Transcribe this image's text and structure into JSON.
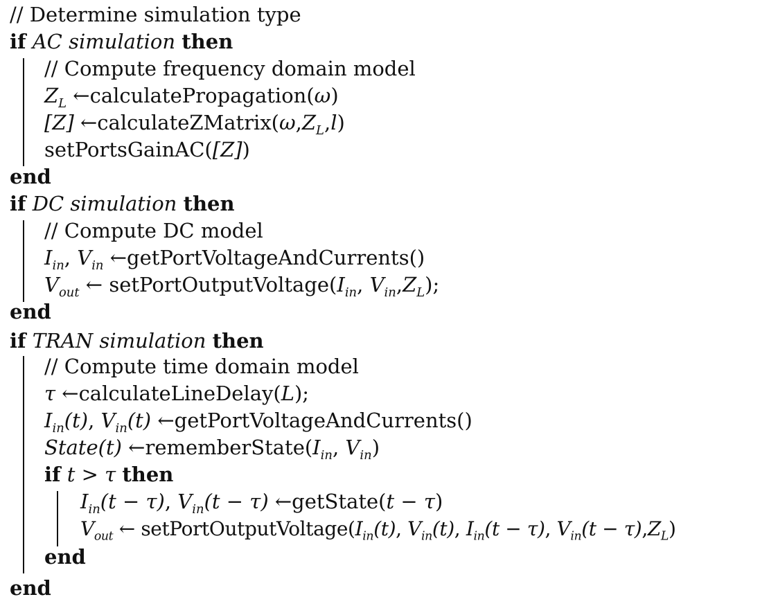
{
  "algorithm": {
    "comment_main": "// Determine simulation type",
    "kw_if": "if",
    "kw_then": "then",
    "kw_end": "end",
    "ac": {
      "condition": "AC simulation",
      "comment": "// Compute frequency domain model",
      "line1": {
        "lhs": "Z",
        "lhs_sub": "L",
        "arrow": " ←",
        "call": "calculatePropagation(",
        "arg": "ω",
        "close": ")"
      },
      "line2": {
        "lhs": "[Z] ←",
        "call": "calculateZMatrix(",
        "arg1": "ω",
        "comma1": ",",
        "arg2": "Z",
        "arg2_sub": "L",
        "comma2": ",",
        "arg3": "l",
        "close": ")"
      },
      "line3": {
        "call": "setPortsGainAC(",
        "arg": "[Z]",
        "close": ")"
      }
    },
    "dc": {
      "condition": "DC simulation",
      "comment": "// Compute DC model",
      "line1": {
        "v1": "I",
        "v1_sub": "in",
        "sep": ", ",
        "v2": "V",
        "v2_sub": "in",
        "arrow": " ←",
        "call": "getPortVoltageAndCurrents()"
      },
      "line2": {
        "lhs": "V",
        "lhs_sub": "out",
        "arrow": " ← ",
        "call": "setPortOutputVoltage(",
        "a1": "I",
        "a1_sub": "in",
        "s1": ", ",
        "a2": "V",
        "a2_sub": "in",
        "s2": ",",
        "a3": "Z",
        "a3_sub": "L",
        "close": ");"
      }
    },
    "tran": {
      "condition": "TRAN simulation",
      "comment": "// Compute time domain model",
      "line1": {
        "lhs": "τ ←",
        "call": "calculateLineDelay(",
        "arg": "L",
        "close": ");"
      },
      "line2": {
        "v1": "I",
        "v1_sub": "in",
        "t1": "(t)",
        "sep": ", ",
        "v2": "V",
        "v2_sub": "in",
        "t2": "(t)",
        "arrow": " ←",
        "call": "getPortVoltageAndCurrents()"
      },
      "line3": {
        "lhs": "State(t)",
        "arrow": " ←",
        "call": "rememberState(",
        "a1": "I",
        "a1_sub": "in",
        "s1": ", ",
        "a2": "V",
        "a2_sub": "in",
        "close": ")"
      },
      "inner": {
        "condition": "t > τ",
        "line1": {
          "v1": "I",
          "v1_sub": "in",
          "t1": "(t − τ)",
          "sep": ", ",
          "v2": "V",
          "v2_sub": "in",
          "t2": "(t − τ)",
          "arrow": " ←",
          "call": "getState(",
          "arg": "t − τ",
          "close": ")"
        },
        "line2": {
          "lhs": "V",
          "lhs_sub": "out",
          "arrow": " ← ",
          "call": "setPortOutputVoltage(",
          "a1": "I",
          "a1_sub": "in",
          "t1": "(t)",
          "s1": ", ",
          "a2": "V",
          "a2_sub": "in",
          "t2": "(t)",
          "s2": ", ",
          "a3": "I",
          "a3_sub": "in",
          "t3": "(t − τ)",
          "s3": ", ",
          "a4": "V",
          "a4_sub": "in",
          "t4": "(t − τ)",
          "s4": ",",
          "a5": "Z",
          "a5_sub": "L",
          "close": ")"
        }
      }
    }
  }
}
